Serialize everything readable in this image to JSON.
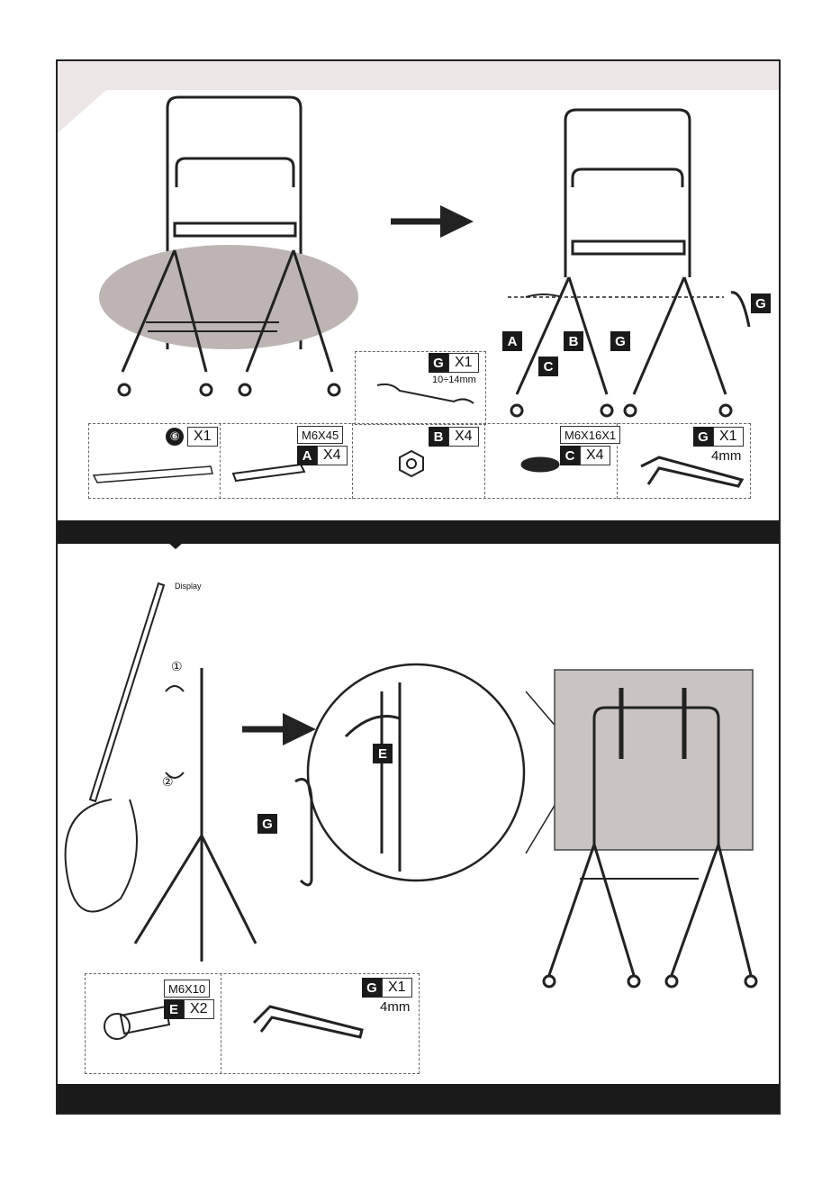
{
  "step1": {
    "parts": {
      "part6": {
        "id": "⑥",
        "qty": "X1"
      },
      "bolt": {
        "spec": "M6X45",
        "id": "A",
        "qty": "X4"
      },
      "nut": {
        "id": "B",
        "qty": "X4"
      },
      "washer": {
        "spec": "M6X16X1",
        "id": "C",
        "qty": "X4"
      },
      "allen": {
        "id": "G",
        "qty": "X1",
        "size": "4mm"
      },
      "wrench": {
        "id": "G",
        "qty": "X1",
        "size": "10÷14mm"
      }
    },
    "callouts": {
      "a": "A",
      "b": "B",
      "c": "C",
      "g1": "G",
      "g2": "G"
    }
  },
  "step2": {
    "display_label": "Display",
    "rotate_1": "①",
    "rotate_2": "②",
    "callouts": {
      "e": "E",
      "g": "G"
    },
    "parts": {
      "screw": {
        "spec": "M6X10",
        "id": "E",
        "qty": "X2"
      },
      "allen": {
        "id": "G",
        "qty": "X1",
        "size": "4mm"
      }
    }
  }
}
